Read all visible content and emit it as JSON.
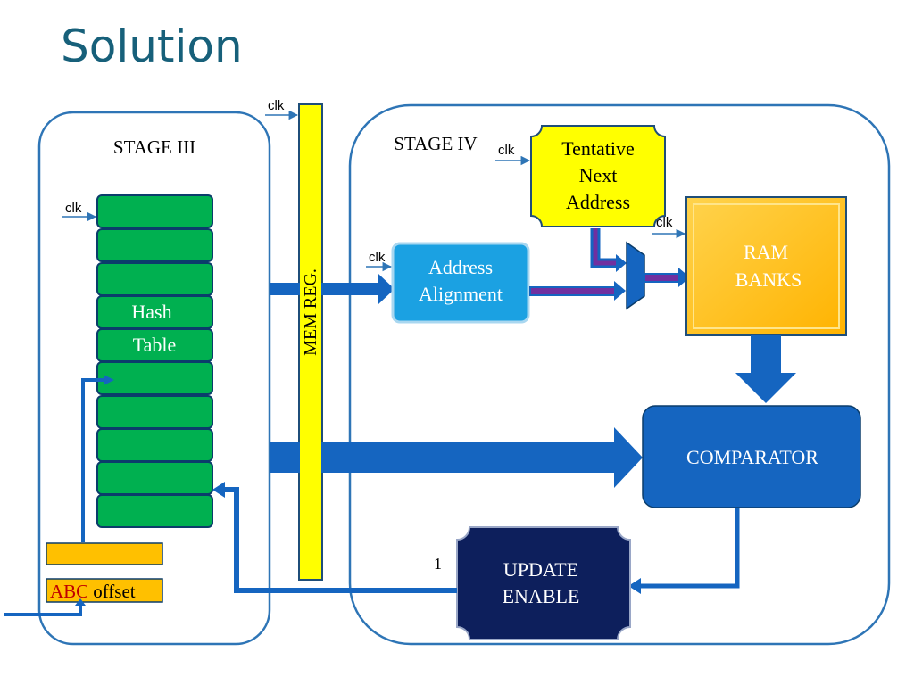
{
  "slide": {
    "title": "Solution"
  },
  "stage3": {
    "label": "STAGE III",
    "clk_label": "clk",
    "hash_table_lines": [
      "Hash",
      "Table"
    ],
    "abc_label": "ABC",
    "offset_label": "offset"
  },
  "mem_reg": {
    "label": "MEM REG.",
    "clk_label": "clk"
  },
  "stage4": {
    "label": "STAGE IV",
    "tentative": {
      "lines": [
        "Tentative",
        "Next",
        "Address"
      ],
      "clk_label": "clk"
    },
    "address_alignment": {
      "lines": [
        "Address",
        "Alignment"
      ],
      "clk_label": "clk"
    },
    "ram_banks": {
      "lines": [
        "RAM",
        "BANKS"
      ],
      "clk_label": "clk"
    },
    "comparator": {
      "label": "COMPARATOR"
    },
    "update_enable": {
      "lines": [
        "UPDATE",
        "ENABLE"
      ],
      "input_label": "1"
    }
  },
  "colors": {
    "stage_border": "#2e75b6",
    "hash_cell": "#00b050",
    "mem_reg": "#ffff00",
    "abc_register": "#ffc000",
    "arrow_blue": "#1565c0",
    "bus_purple": "#7030a0",
    "address_alignment": "#1ba1e2",
    "tentative": "#ffff00",
    "ram_banks": "#ffc000",
    "comparator": "#1565c0",
    "update_enable": "#0d1f5c",
    "title_text": "#17607a"
  }
}
